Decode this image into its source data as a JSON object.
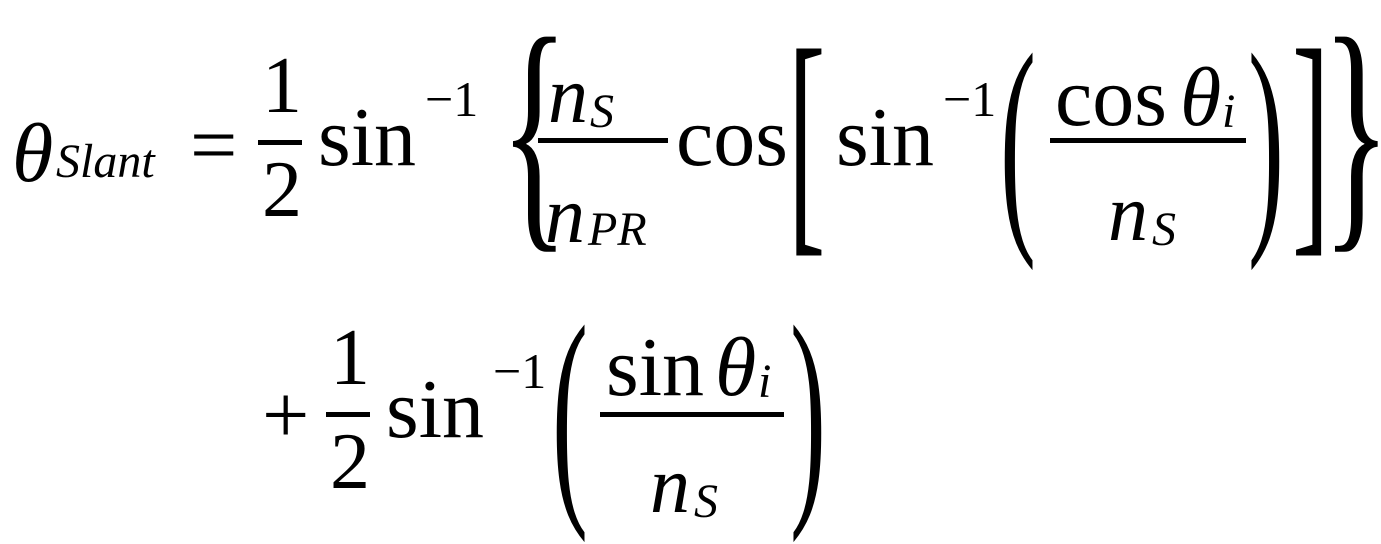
{
  "equation": {
    "description": "Slant angle formula",
    "lhs": {
      "symbol": "θ",
      "subscript": "Slant"
    },
    "equals": "=",
    "plus": "+",
    "half_num": "1",
    "half_den": "2",
    "sin": "sin",
    "cos": "cos",
    "inv": "−1",
    "n": "n",
    "sub_S": "S",
    "sub_PR": "PR",
    "theta": "θ",
    "sub_i": "i",
    "lbrace": "{",
    "rbrace": "}",
    "lbracket": "[",
    "rbracket": "]",
    "lparen": "(",
    "rparen": ")",
    "latex": "\\theta_{Slant} = \\frac{1}{2}\\sin^{-1}\\left\\{\\frac{n_S}{n_{PR}}\\cos\\left[\\sin^{-1}\\left(\\frac{\\cos\\theta_i}{n_S}\\right)\\right]\\right\\} + \\frac{1}{2}\\sin^{-1}\\left(\\frac{\\sin\\theta_i}{n_S}\\right)"
  }
}
